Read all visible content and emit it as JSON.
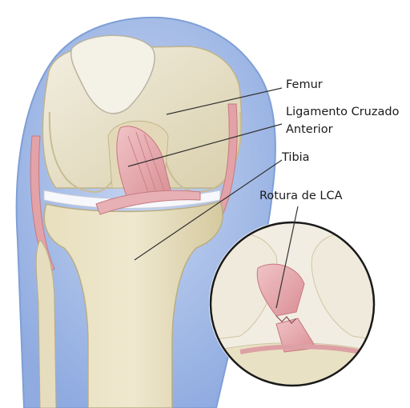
{
  "labels": {
    "femur": "Femur",
    "acl_line1": "Ligamento Cruzado",
    "acl_line2": "Anterior",
    "tibia": "Tibia",
    "acl_tear": "Rotura de LCA"
  },
  "colors": {
    "skin": "#a9c0ea",
    "skin_edge": "#7f9fd6",
    "bone": "#ece7d3",
    "bone_shadow": "#cfc6a5",
    "cartilage": "#f3f5fa",
    "ligament": "#e7a9ad",
    "ligament_dark": "#cf7f86",
    "leader_line": "#333333"
  }
}
